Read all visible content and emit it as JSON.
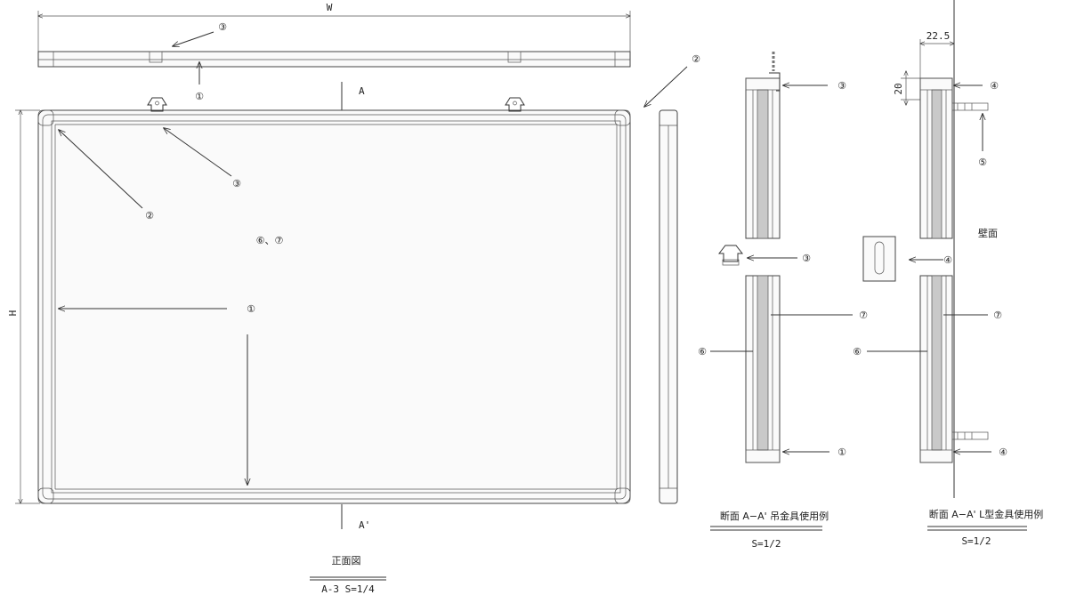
{
  "dimensions": {
    "width": "W",
    "height": "H",
    "wall_gap": "22.5",
    "top_gap": "20"
  },
  "section_marks": {
    "top": "A",
    "bottom": "A'"
  },
  "callouts": {
    "c1": "①",
    "c2": "②",
    "c3": "③",
    "c4": "④",
    "c5": "⑤",
    "c6": "⑥",
    "c7": "⑦",
    "c67": "⑥、⑦"
  },
  "wall_label": "壁面",
  "titles": {
    "front": {
      "title": "正面図",
      "scale": "A-3  S=1/4"
    },
    "section_hook": {
      "title": "断面  A−A'  吊金具使用例",
      "scale": "S=1/2"
    },
    "section_l": {
      "title": "断面  A−A'  L型金具使用例",
      "scale": "S=1/2"
    }
  }
}
